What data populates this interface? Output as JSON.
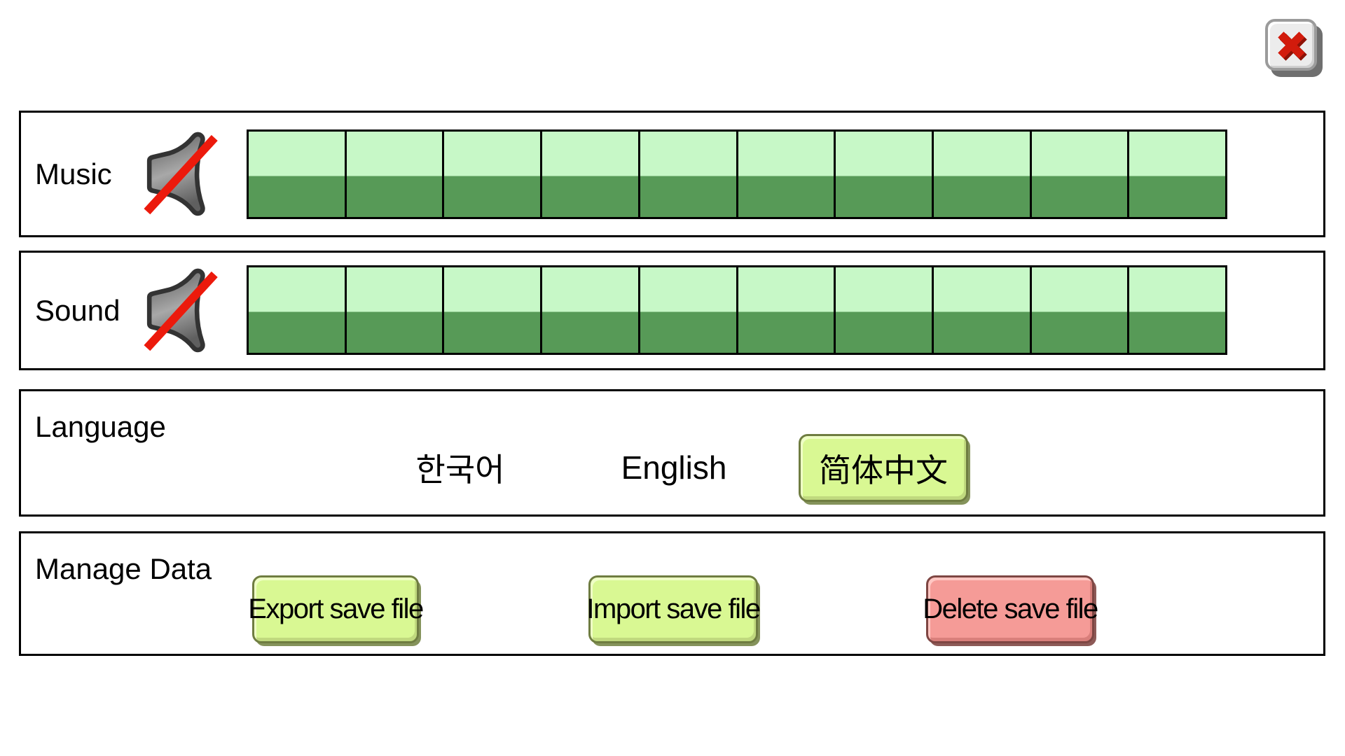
{
  "colors": {
    "volume_segment_light": "#c7f8c7",
    "volume_segment_dark": "#579a57",
    "button_green_fill": "#d9f893",
    "button_green_border": "#6f7d41",
    "button_red_fill": "#f59b97",
    "button_red_border": "#7e4643",
    "mute_slash_red": "#ec1a0c",
    "panel_border": "#000000"
  },
  "window": {
    "close_icon": "red-x-pixel"
  },
  "audio": {
    "rows": [
      {
        "label": "Music",
        "icon": "speaker-muted",
        "muted": true,
        "volume": 10,
        "max": 10
      },
      {
        "label": "Sound",
        "icon": "speaker-muted",
        "muted": true,
        "volume": 10,
        "max": 10
      }
    ]
  },
  "language": {
    "title": "Language",
    "options": [
      {
        "label": "한국어",
        "selected": false
      },
      {
        "label": "English",
        "selected": false
      },
      {
        "label": "简体中文",
        "selected": true
      }
    ]
  },
  "manage_data": {
    "title": "Manage Data",
    "buttons": [
      {
        "label": "Export save file",
        "style": "green"
      },
      {
        "label": "Import save file",
        "style": "green"
      },
      {
        "label": "Delete save file",
        "style": "red"
      }
    ]
  }
}
